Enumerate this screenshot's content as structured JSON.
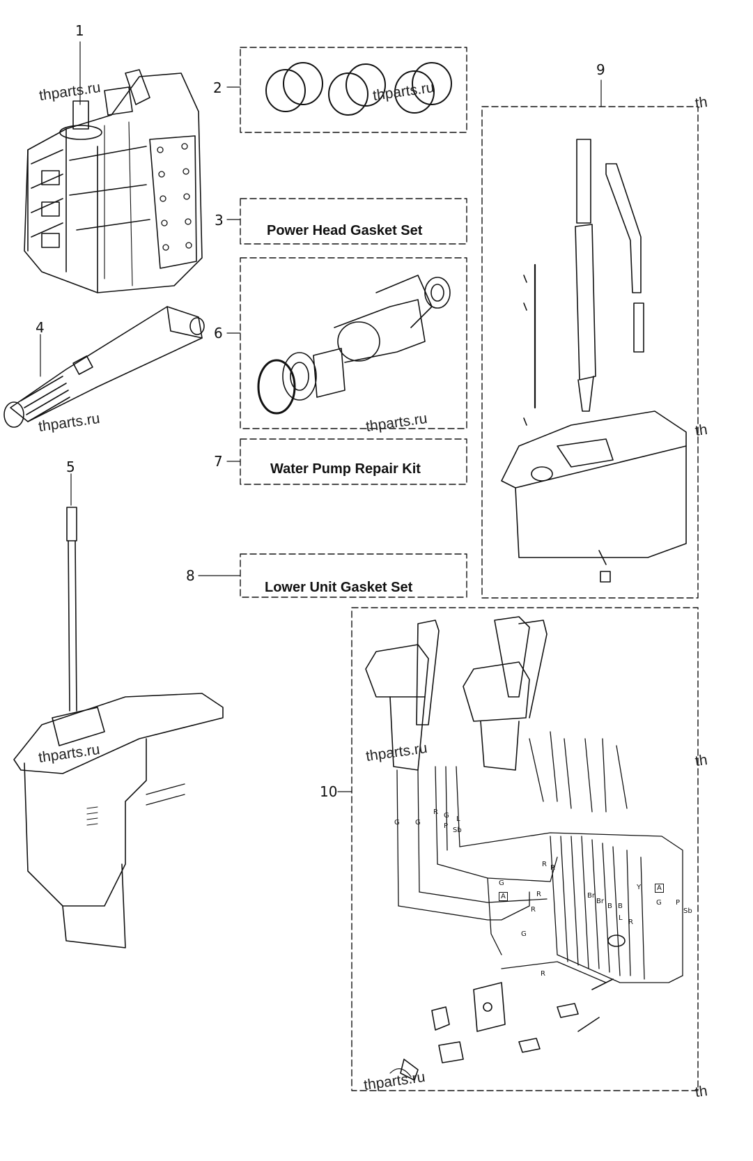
{
  "callouts": {
    "c1": "1",
    "c2": "2",
    "c3": "3",
    "c4": "4",
    "c5": "5",
    "c6": "6",
    "c7": "7",
    "c8": "8",
    "c9": "9",
    "c10": "10"
  },
  "kits": {
    "power_head": "Power Head Gasket Set",
    "water_pump": "Water Pump Repair Kit",
    "lower_unit": "Lower Unit Gasket Set"
  },
  "watermark": "thparts.ru",
  "watermark_edge": "th",
  "wire_codes": {
    "g1": "G",
    "g2": "G",
    "r1": "R",
    "g3": "G",
    "p1": "P",
    "l1": "L",
    "sb1": "Sb",
    "r2": "R",
    "r3": "R",
    "g4": "G",
    "a1": "A",
    "r4": "R",
    "g5": "G",
    "br1": "Br",
    "br2": "Br",
    "b1": "B",
    "b2": "B",
    "l2": "L",
    "r5": "R",
    "y1": "Y",
    "a2": "A",
    "g6": "G",
    "p2": "P",
    "sb2": "Sb",
    "r6": "R",
    "r7": "R"
  }
}
